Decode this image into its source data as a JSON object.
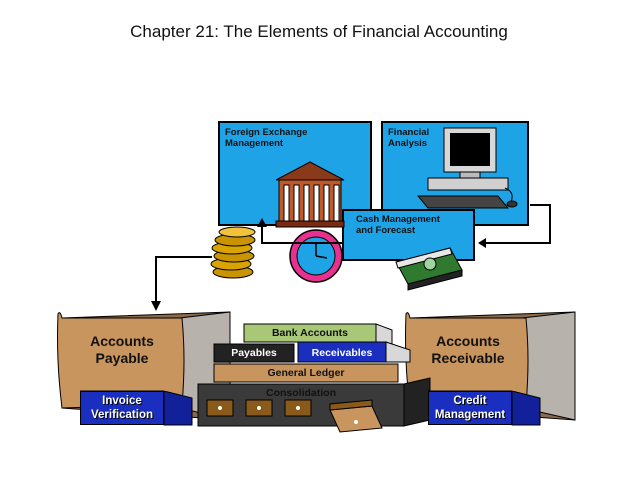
{
  "title": "Chapter 21: The Elements of Financial Accounting",
  "panels": {
    "forex": "Foreign Exchange Management",
    "analysis": "Financial Analysis",
    "cash": "Cash Management and Forecast"
  },
  "books": {
    "payable": "Accounts Payable",
    "receivable": "Accounts Receivable"
  },
  "stack": {
    "bank": "Bank Accounts",
    "payables": "Payables",
    "receivables": "Receivables",
    "ledger": "General Ledger",
    "consolidation": "Consolidation"
  },
  "buttons": {
    "invoice": "Invoice Verification",
    "credit": "Credit Management"
  },
  "colors": {
    "panel_blue": "#1ea3e6",
    "button_blue": "#1a2fbf",
    "book_tan": "#c9955e",
    "clock_pink": "#e8308e"
  }
}
